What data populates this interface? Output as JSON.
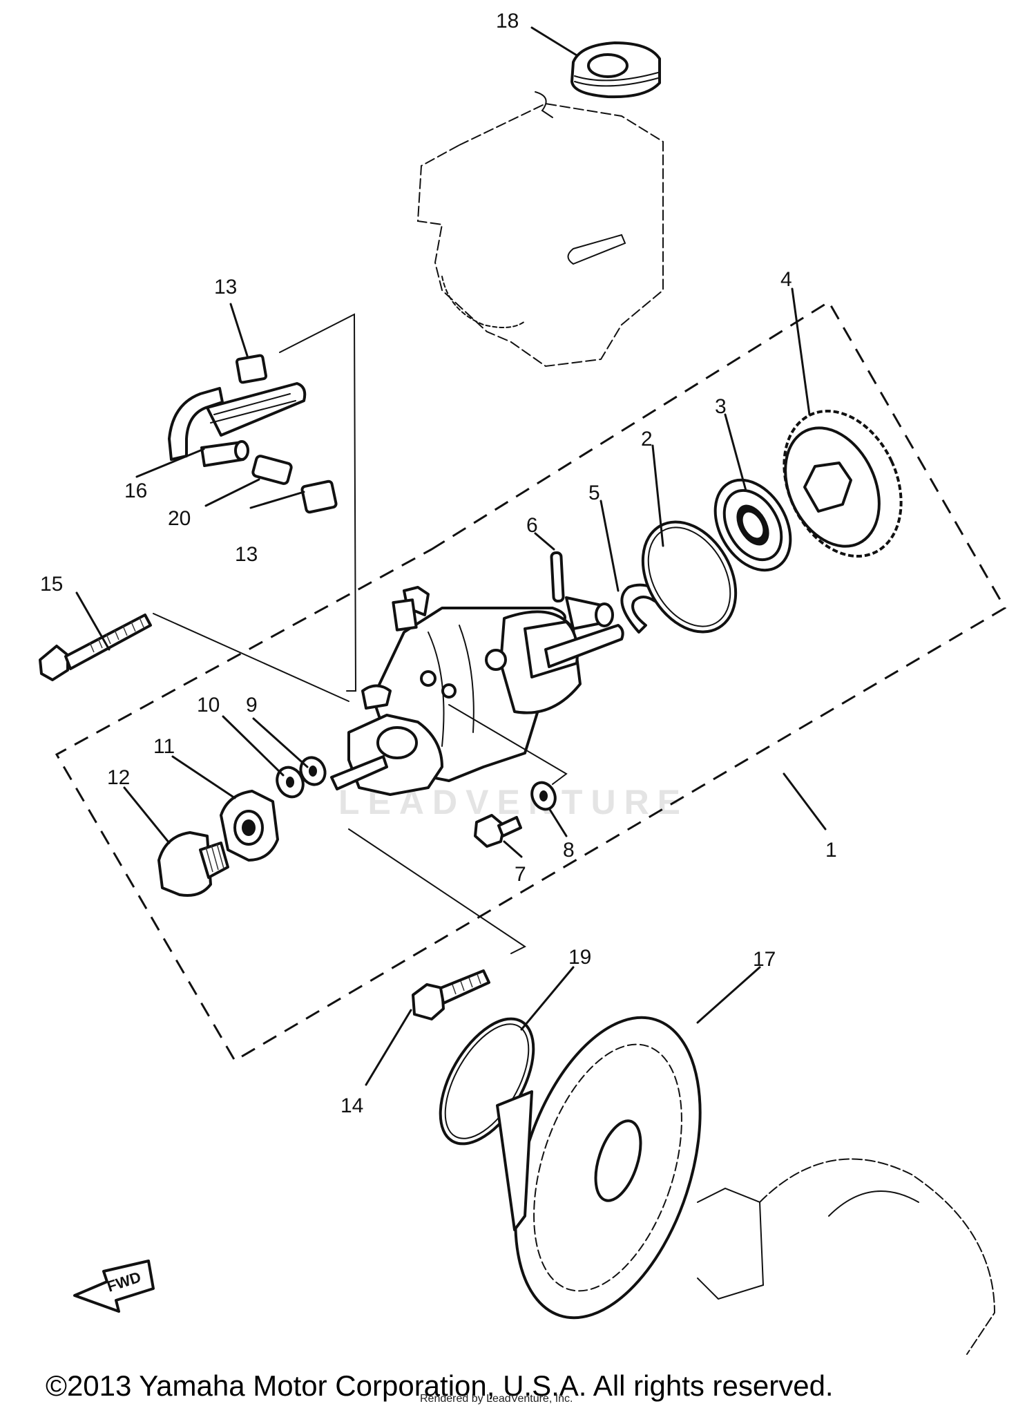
{
  "diagram": {
    "callouts": [
      {
        "id": "c1",
        "label": "1"
      },
      {
        "id": "c2",
        "label": "2"
      },
      {
        "id": "c3",
        "label": "3"
      },
      {
        "id": "c4",
        "label": "4"
      },
      {
        "id": "c5",
        "label": "5"
      },
      {
        "id": "c6",
        "label": "6"
      },
      {
        "id": "c7",
        "label": "7"
      },
      {
        "id": "c8",
        "label": "8"
      },
      {
        "id": "c9",
        "label": "9"
      },
      {
        "id": "c10",
        "label": "10"
      },
      {
        "id": "c11",
        "label": "11"
      },
      {
        "id": "c12",
        "label": "12"
      },
      {
        "id": "c13a",
        "label": "13"
      },
      {
        "id": "c13b",
        "label": "13"
      },
      {
        "id": "c14",
        "label": "14"
      },
      {
        "id": "c15",
        "label": "15"
      },
      {
        "id": "c16",
        "label": "16"
      },
      {
        "id": "c17",
        "label": "17"
      },
      {
        "id": "c18",
        "label": "18"
      },
      {
        "id": "c19",
        "label": "19"
      },
      {
        "id": "c20",
        "label": "20"
      }
    ],
    "fwd_label": "FWD",
    "watermark": "LEADVENTURE"
  },
  "footer": {
    "copyright": "©2013 Yamaha Motor Corporation, U.S.A. All rights reserved.",
    "rendered_by": "Rendered by LeadVenture, Inc."
  }
}
